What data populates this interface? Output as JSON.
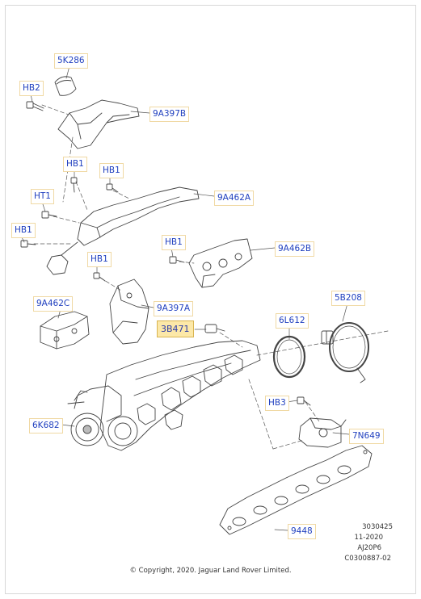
{
  "callouts": {
    "c5K286": "5K286",
    "cHB2": "HB2",
    "c9A397B": "9A397B",
    "cHB1a": "HB1",
    "cHB1b": "HB1",
    "cHT1": "HT1",
    "c9A462A": "9A462A",
    "cHB1c": "HB1",
    "cHB1d": "HB1",
    "c9A462B": "9A462B",
    "cHB1e": "HB1",
    "c9A462C": "9A462C",
    "c9A397A": "9A397A",
    "c3B471": "3B471",
    "c6L612": "6L612",
    "c5B208": "5B208",
    "cHB3": "HB3",
    "c6K682": "6K682",
    "c7N649": "7N649",
    "c9448": "9448"
  },
  "reference": {
    "line1": "3030425",
    "line2": "11-2020",
    "line3": "AJ20P6",
    "line4": "C0300887-02"
  },
  "copyright": "© Copyright, 2020. Jaguar Land Rover Limited.",
  "colors": {
    "callout_text": "#1f3fbf",
    "callout_border": "#f0d9a4",
    "highlight_fill": "#fce8a8",
    "line": "#444444"
  }
}
